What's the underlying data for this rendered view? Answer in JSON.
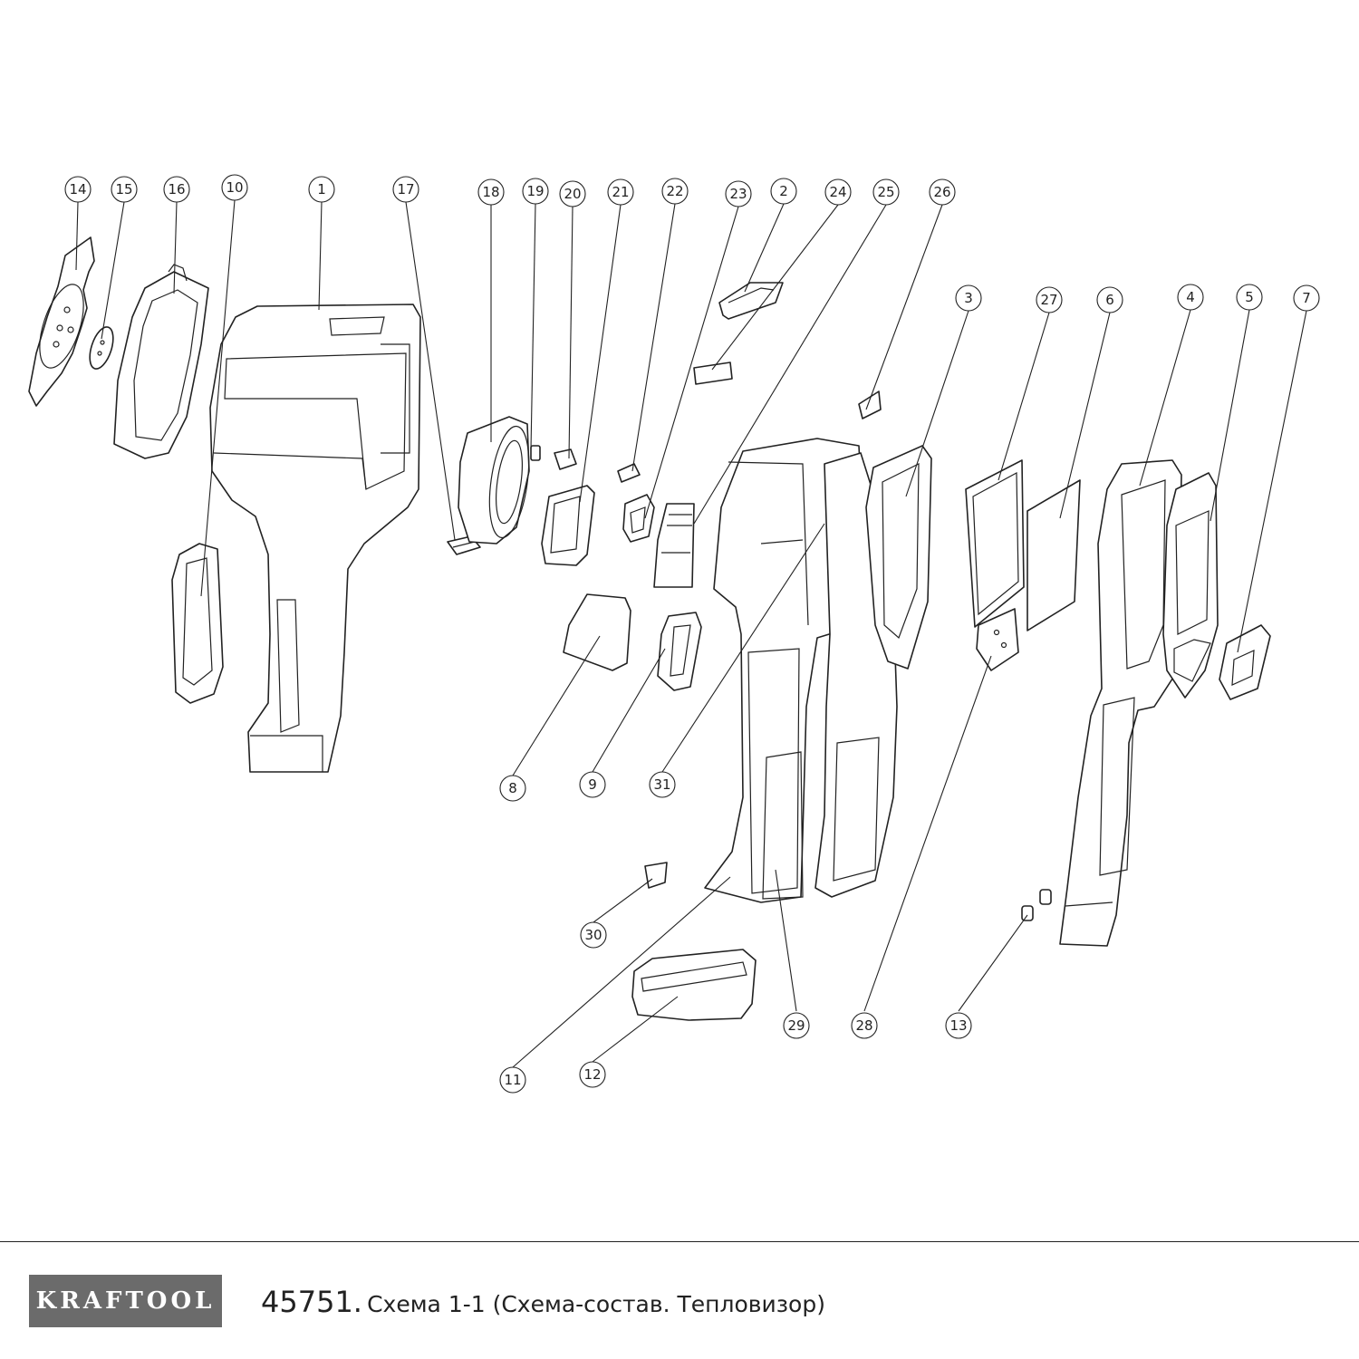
{
  "brand": {
    "logo_text": "KRAFTOOL"
  },
  "caption": {
    "model": "45751.",
    "description": "Схема 1-1 (Схема-состав. Тепловизор)"
  },
  "callouts": [
    "1",
    "2",
    "3",
    "4",
    "5",
    "6",
    "7",
    "8",
    "9",
    "10",
    "11",
    "12",
    "13",
    "14",
    "15",
    "16",
    "17",
    "18",
    "19",
    "20",
    "21",
    "22",
    "23",
    "24",
    "25",
    "26",
    "27",
    "28",
    "29",
    "30",
    "31"
  ],
  "colors": {
    "line": "#222222",
    "logo_bg": "#6b6b6b",
    "background": "#ffffff"
  }
}
